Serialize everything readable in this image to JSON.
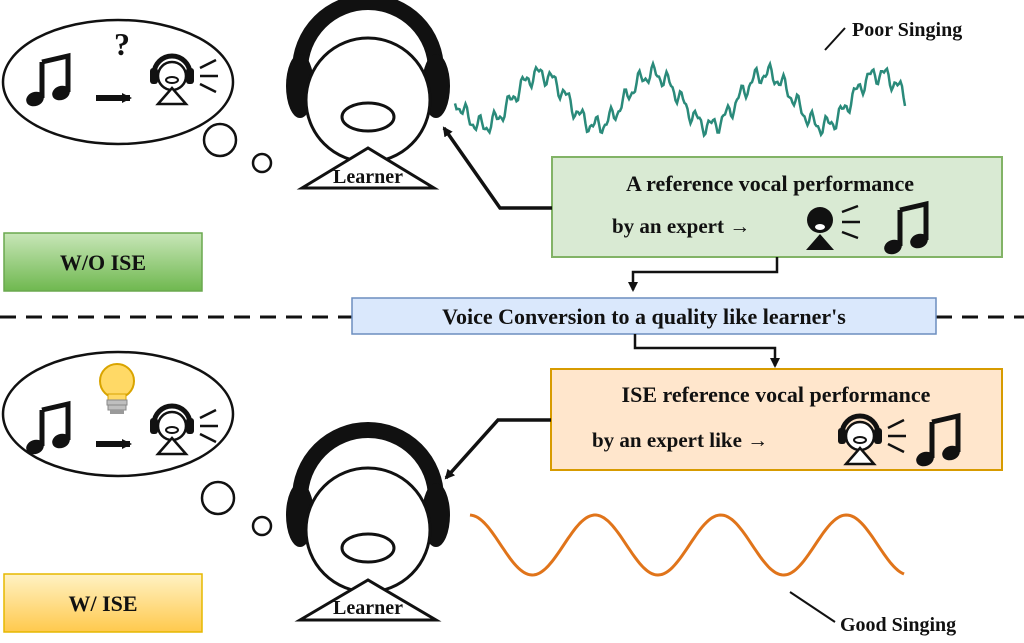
{
  "top": {
    "learner_label": "Learner",
    "thought_question": "?",
    "wave_label": "Poor Singing",
    "reference_line1": "A reference vocal performance",
    "reference_line2": "by an expert →",
    "mode_label": "W/O ISE",
    "colors": {
      "box_fill": "#d9ead3",
      "box_stroke": "#82b366",
      "wave": "#2a8a7a"
    }
  },
  "middle": {
    "conversion_label": "Voice Conversion to a quality like learner's",
    "colors": {
      "box_fill": "#dae8fc",
      "box_stroke": "#6c8ebf"
    }
  },
  "bottom": {
    "learner_label": "Learner",
    "wave_label": "Good Singing",
    "reference_line1": "ISE reference vocal performance",
    "reference_line2": "by an expert  like →",
    "mode_label": "W/ ISE",
    "colors": {
      "box_fill": "#ffe6cc",
      "box_stroke": "#d79b00",
      "wave": "#e0741a",
      "bulb": "#ffd966"
    }
  },
  "icons": [
    "music-note-icon",
    "arrow-right-icon",
    "headphones-icon",
    "lightbulb-icon",
    "singer-icon"
  ]
}
